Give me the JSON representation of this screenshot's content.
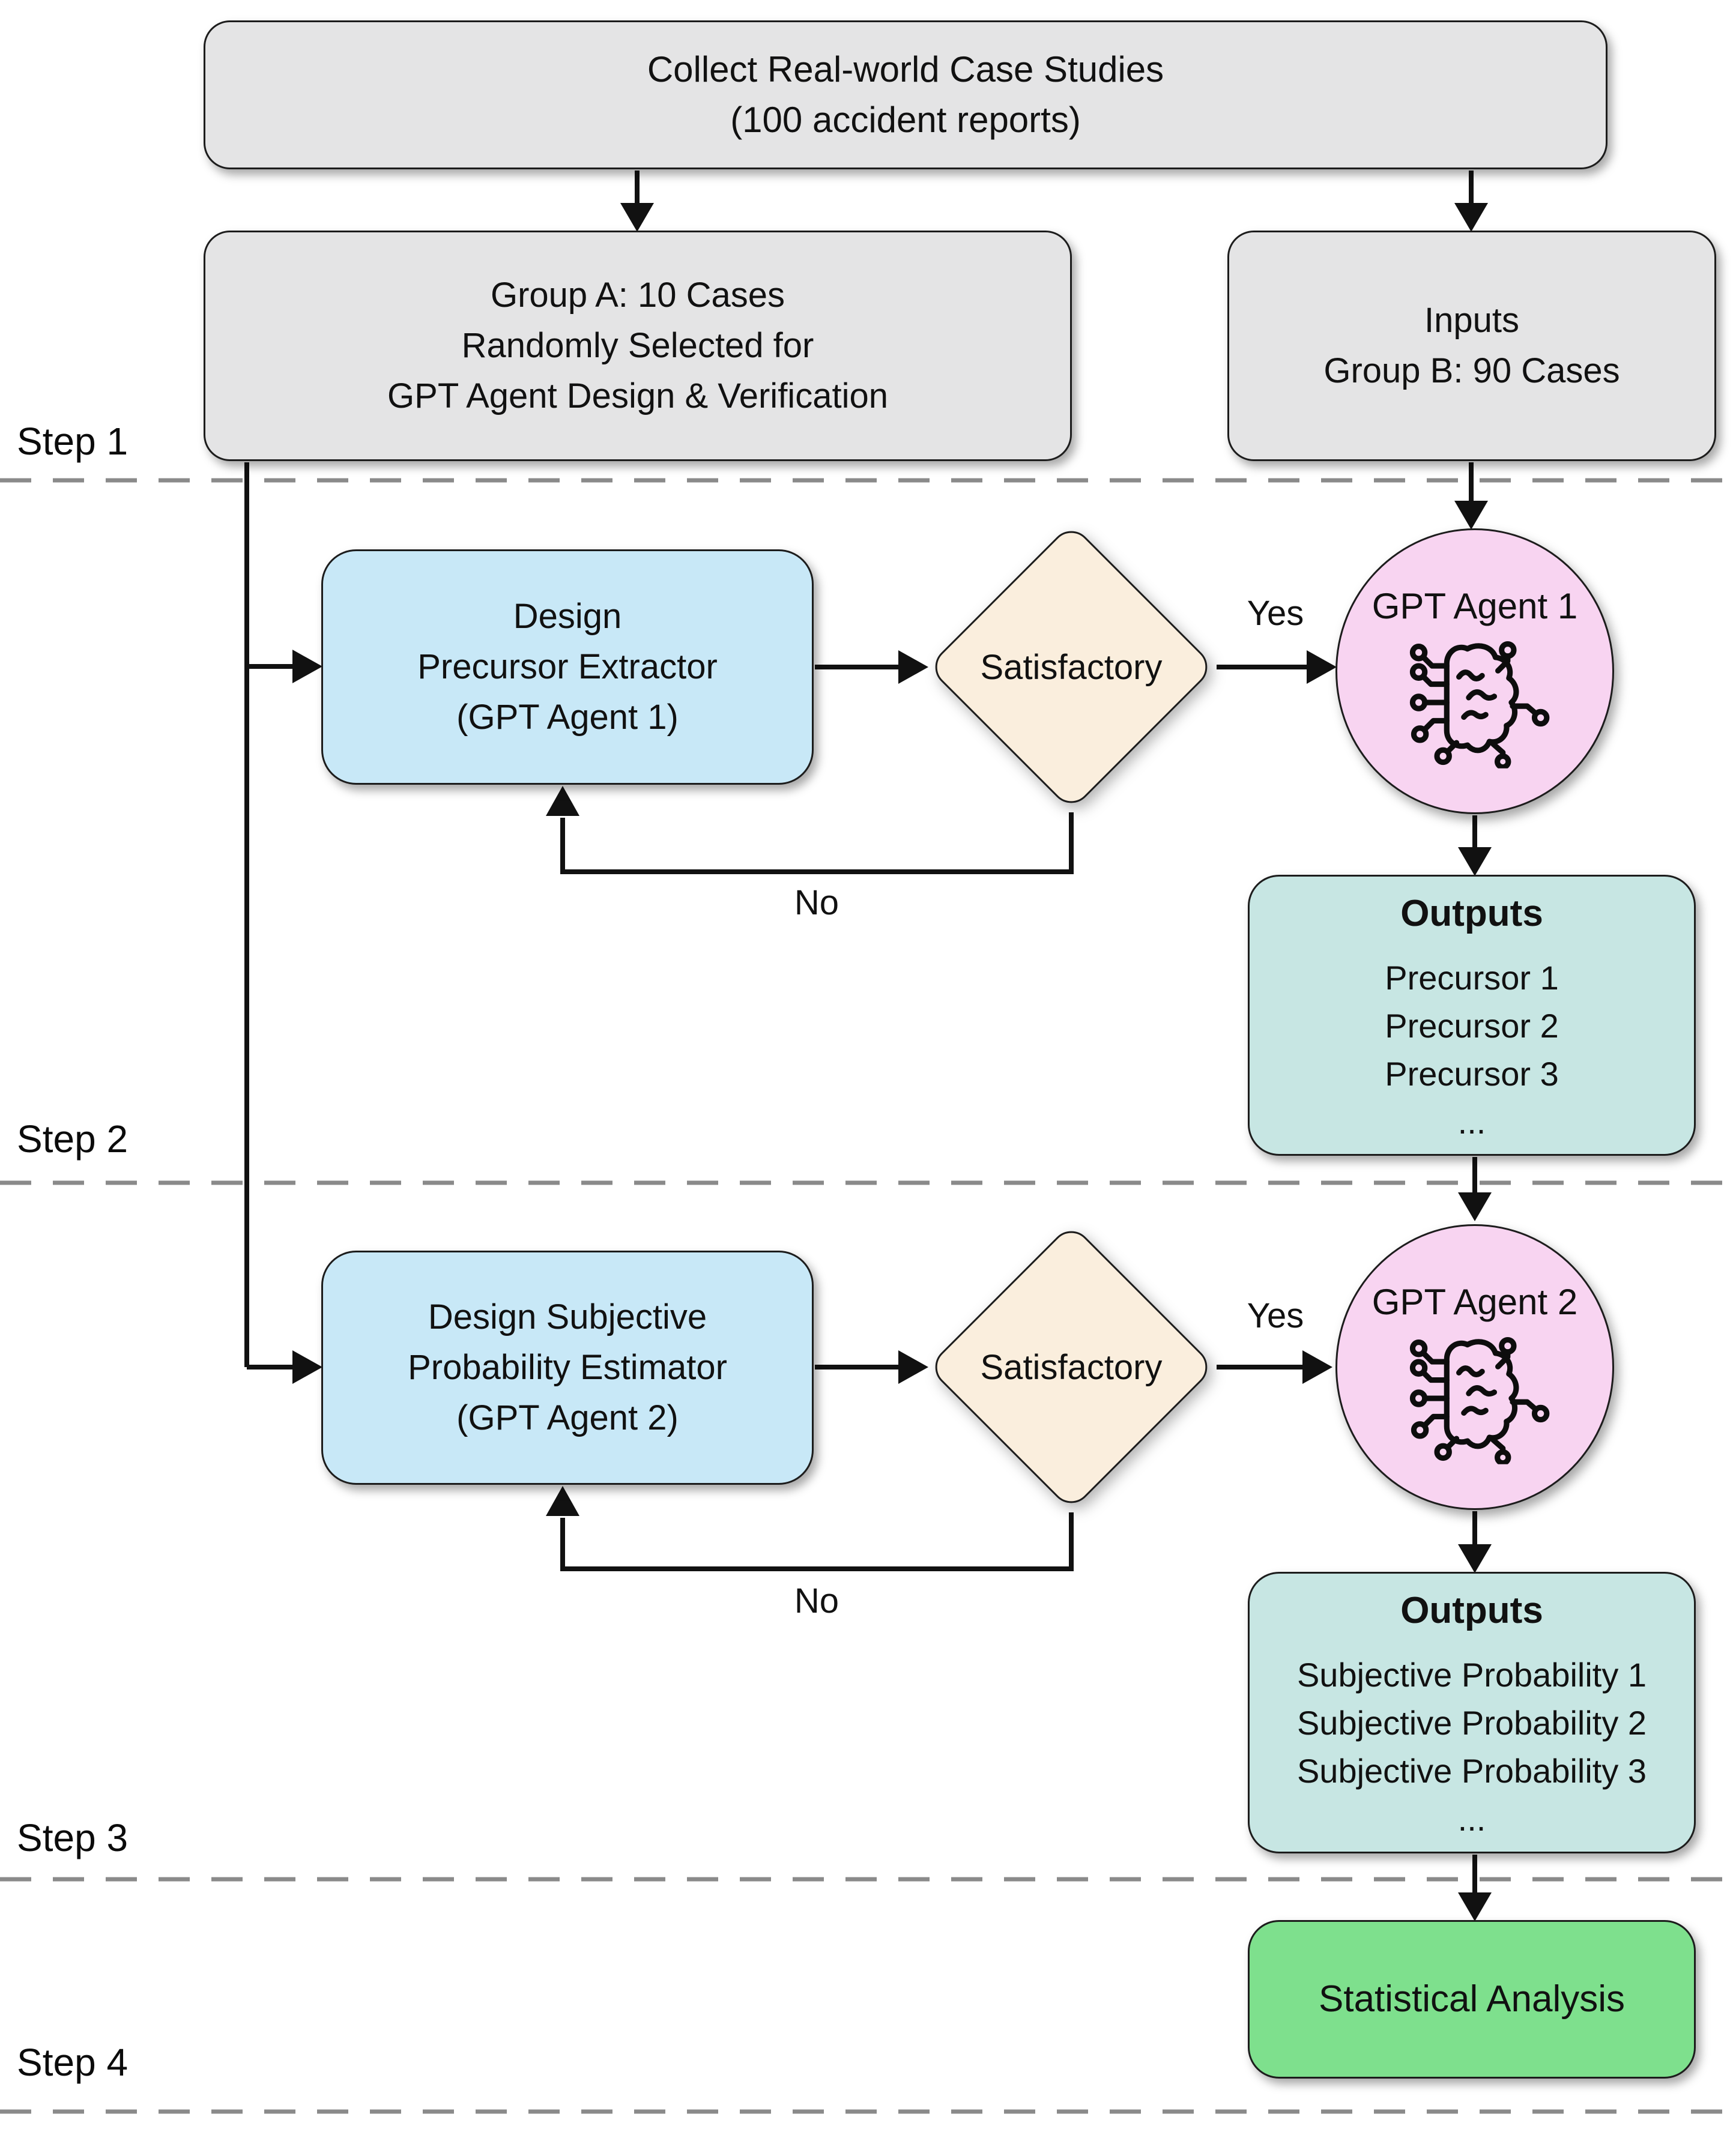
{
  "colors": {
    "node-border": "#1c1c1c",
    "gray-fill": "#e4e4e5",
    "blue-fill": "#c8e8f7",
    "cream-fill": "#faeedd",
    "pink-fill": "#f8d4f1",
    "teal-fill": "#c7e6e3",
    "green-fill": "#7ee08d",
    "line-color": "#111111",
    "dash-color": "#8a8a8a"
  },
  "step_labels": [
    "Step 1",
    "Step 2",
    "Step 3",
    "Step 4"
  ],
  "nodes": {
    "collect": {
      "line1": "Collect Real-world Case Studies",
      "line2": "(100 accident reports)"
    },
    "group_a": {
      "line1": "Group A: 10 Cases",
      "line2": "Randomly Selected for",
      "line3": "GPT Agent Design & Verification"
    },
    "inputs": {
      "line1": "Inputs",
      "line2": "Group B: 90 Cases"
    },
    "design1": {
      "line1": "Design",
      "line2": "Precursor Extractor",
      "line3": "(GPT Agent 1)"
    },
    "design2": {
      "line1": "Design Subjective",
      "line2": "Probability Estimator",
      "line3": "(GPT Agent 2)"
    },
    "decision1": {
      "label": "Satisfactory"
    },
    "decision2": {
      "label": "Satisfactory"
    },
    "agent1": {
      "label": "GPT Agent 1",
      "icon": "brain-circuit-icon"
    },
    "agent2": {
      "label": "GPT Agent 2",
      "icon": "brain-circuit-icon"
    },
    "outputs1": {
      "title": "Outputs",
      "items": [
        "Precursor 1",
        "Precursor 2",
        "Precursor 3",
        "..."
      ]
    },
    "outputs2": {
      "title": "Outputs",
      "items": [
        "Subjective Probability 1",
        "Subjective Probability 2",
        "Subjective Probability 3",
        "..."
      ]
    },
    "statistical": {
      "label": "Statistical Analysis"
    }
  },
  "edge_labels": {
    "yes1": "Yes",
    "no1": "No",
    "yes2": "Yes",
    "no2": "No"
  }
}
